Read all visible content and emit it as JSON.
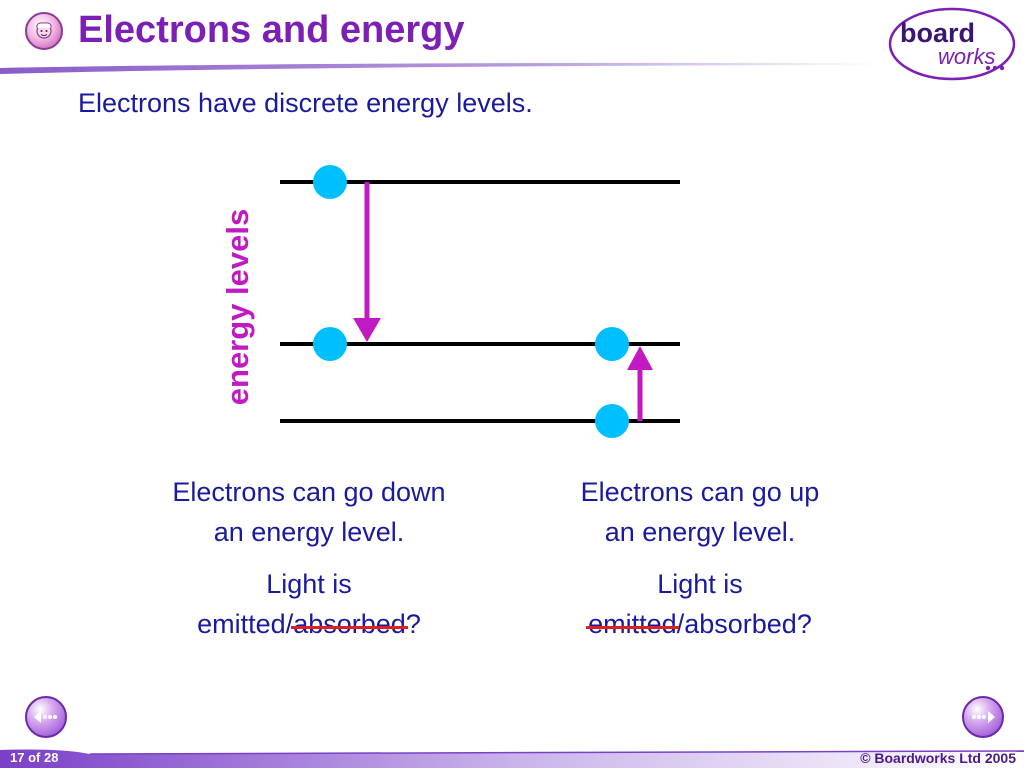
{
  "header": {
    "title": "Electrons and energy",
    "icon": "scientist-head-icon",
    "logo": {
      "word_top": "board",
      "word_bottom": "works"
    }
  },
  "main": {
    "intro": "Electrons have discrete energy levels.",
    "axis_label": "energy levels",
    "captions": [
      {
        "line1": "Electrons can go down",
        "line2": "an energy level.",
        "light_prefix": "Light is",
        "option_a": "emitted",
        "slash": "/",
        "option_b": "absorbed",
        "suffix": "?",
        "struck": "absorbed"
      },
      {
        "line1": "Electrons can go up",
        "line2": "an energy level.",
        "light_prefix": "Light is",
        "option_a": "emitted",
        "slash": "/",
        "option_b": "absorbed",
        "suffix": "?",
        "struck": "emitted"
      }
    ]
  },
  "footer": {
    "page_current": "17",
    "page_of": "of",
    "page_total": "28",
    "copyright": "© Boardworks Ltd 2005"
  },
  "colors": {
    "title": "#7b1fb5",
    "body_text": "#1a1a9e",
    "axis_label": "#c21ac2",
    "arrow": "#c21ac2",
    "electron": "#00bfff",
    "strike": "#e02020"
  },
  "icons": [
    "scientist-head-icon",
    "back-arrow-icon",
    "forward-arrow-icon",
    "boardworks-logo"
  ]
}
